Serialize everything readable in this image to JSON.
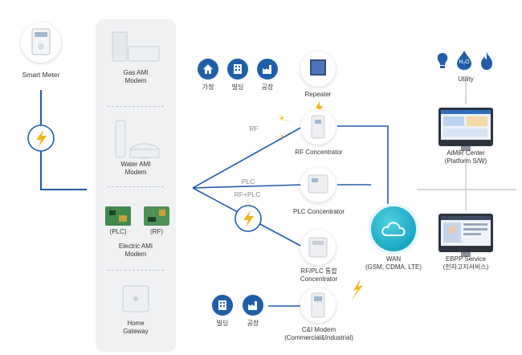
{
  "labels": {
    "smart_meter": "Smart Meter",
    "gas_modem_line1": "Gas AMI",
    "gas_modem_line2": "Modem",
    "water_modem_line1": "Water AMI",
    "water_modem_line2": "Modem",
    "plc": "(PLC)",
    "rf": "(RF)",
    "electric_modem_line1": "Electric AMI",
    "electric_modem_line2": "Modem",
    "home_gateway_line1": "Home",
    "home_gateway_line2": "Gateway",
    "top_icon_home": "가정",
    "top_icon_building": "빌딩",
    "top_icon_factory": "공장",
    "repeater": "Repeater",
    "rf_side": "RF",
    "rf_concentrator": "RF Concentrator",
    "plc_line": "PLC",
    "rf_plc_line": "RF+PLC",
    "plc_concentrator": "PLC Concentrator",
    "combo_concentrator_line1": "RF/PLC 통합",
    "combo_concentrator_line2": "Concentrator",
    "bottom_icon_building": "빌딩",
    "bottom_icon_factory": "공장",
    "ci_modem_line1": "C&I Modem",
    "ci_modem_line2": "(Commercial&Industrial)",
    "wan_line1": "WAN",
    "wan_line2": "(GSM, CDMA, LTE)",
    "utility": "Utility",
    "h2o": "H₂O",
    "aimir_line1": "AiMiR Center",
    "aimir_line2": "(Platform S/W)",
    "ebpp_line1": "EBPP Service",
    "ebpp_line2": "(전자고지서비스)"
  },
  "colors": {
    "line": "#1f5ea8",
    "line_gray": "#c5c9cf",
    "icon_blue": "#1f5ea8",
    "lightning": "#f2b51d"
  },
  "icons": [
    "home-icon",
    "building-icon",
    "factory-icon",
    "lightbulb-icon",
    "water-drop-icon",
    "flame-icon",
    "cloud-icon",
    "lightning-icon"
  ]
}
